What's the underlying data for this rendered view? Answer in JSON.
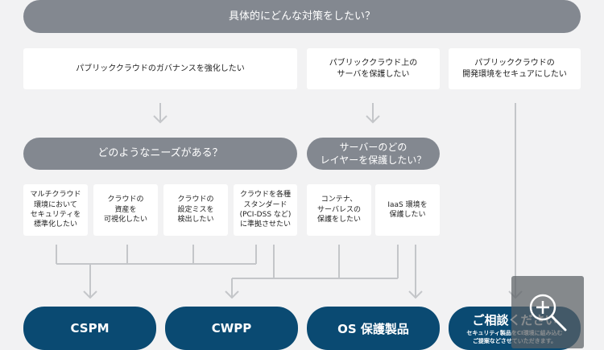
{
  "colors": {
    "background": "#f2f2f3",
    "gray_pill": "#838890",
    "card": "#ffffff",
    "blue_pill": "#0a4a72",
    "connector": "#c4c6c9"
  },
  "top_question": "具体的にどんな対策をしたい？",
  "categories": [
    "パブリッククラウドのガバナンスを強化したい",
    "パブリッククラウド上の\nサーバを保護したい",
    "パブリッククラウドの\n開発環境をセキュアにしたい"
  ],
  "sub_questions": [
    "どのようなニーズがある？",
    "サーバーのどの\nレイヤーを保護したい？"
  ],
  "needs": [
    "マルチクラウド\n環境において\nセキュリティを\n標準化したい",
    "クラウドの\n資産を\n可視化したい",
    "クラウドの\n設定ミスを\n検出したい",
    "クラウドを各種\nスタンダード\n(PCI-DSS など)\nに準拠させたい",
    "コンテナ、\nサーバレスの\n保護をしたい",
    "IaaS 環境を\n保護したい"
  ],
  "products": [
    "CSPM",
    "CWPP",
    "OS 保護製品"
  ],
  "consult": {
    "title": "ご相談ください",
    "sub": "セキュリティ製品をCI環境に組み込む\nご提案などさせていただきます。"
  },
  "icons": {
    "zoom": "zoom-in-icon",
    "arrow": "arrow-down-icon"
  }
}
